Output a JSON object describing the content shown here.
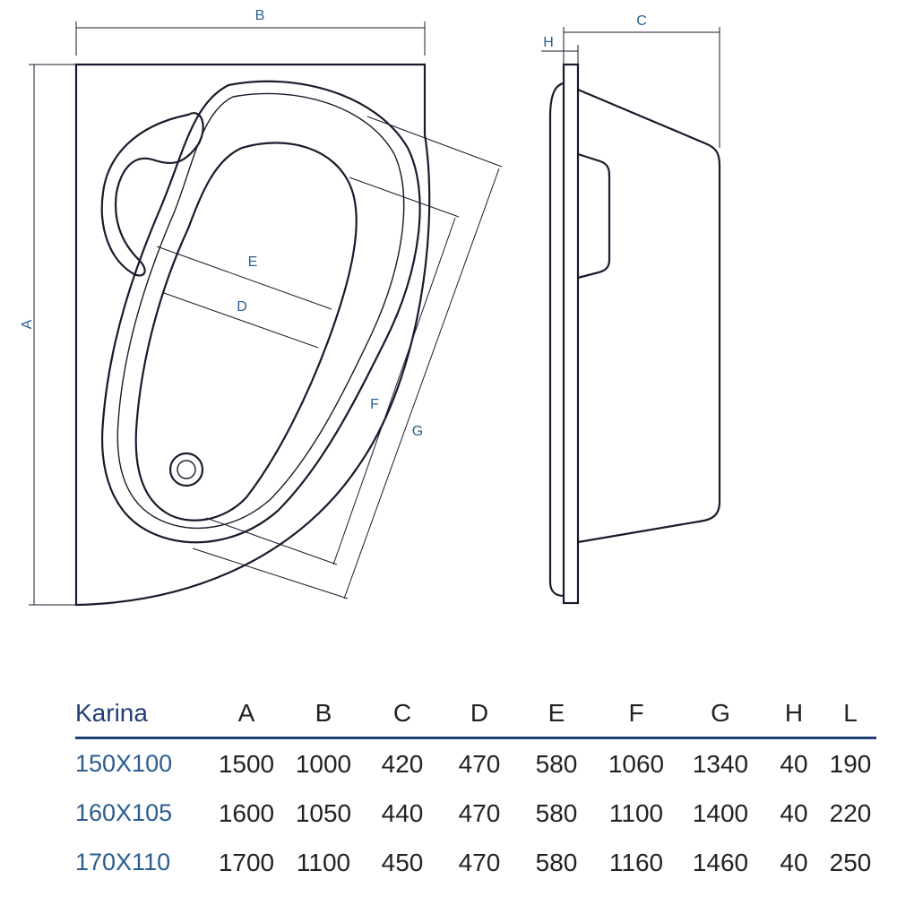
{
  "diagram": {
    "labels": {
      "A": "A",
      "B": "B",
      "C": "C",
      "D": "D",
      "E": "E",
      "F": "F",
      "G": "G",
      "H": "H"
    }
  },
  "table": {
    "model_header": "Karina",
    "columns": [
      "A",
      "B",
      "C",
      "D",
      "E",
      "F",
      "G",
      "H",
      "L"
    ],
    "rows": [
      {
        "model": "150X100",
        "values": [
          "1500",
          "1000",
          "420",
          "470",
          "580",
          "1060",
          "1340",
          "40",
          "190"
        ]
      },
      {
        "model": "160X105",
        "values": [
          "1600",
          "1050",
          "440",
          "470",
          "580",
          "1100",
          "1400",
          "40",
          "220"
        ]
      },
      {
        "model": "170X110",
        "values": [
          "1700",
          "1100",
          "450",
          "470",
          "580",
          "1160",
          "1460",
          "40",
          "250"
        ]
      }
    ]
  },
  "colors": {
    "label_blue": "#2a5d8f",
    "header_navy": "#1f3f75",
    "line": "#1a1a2e"
  }
}
